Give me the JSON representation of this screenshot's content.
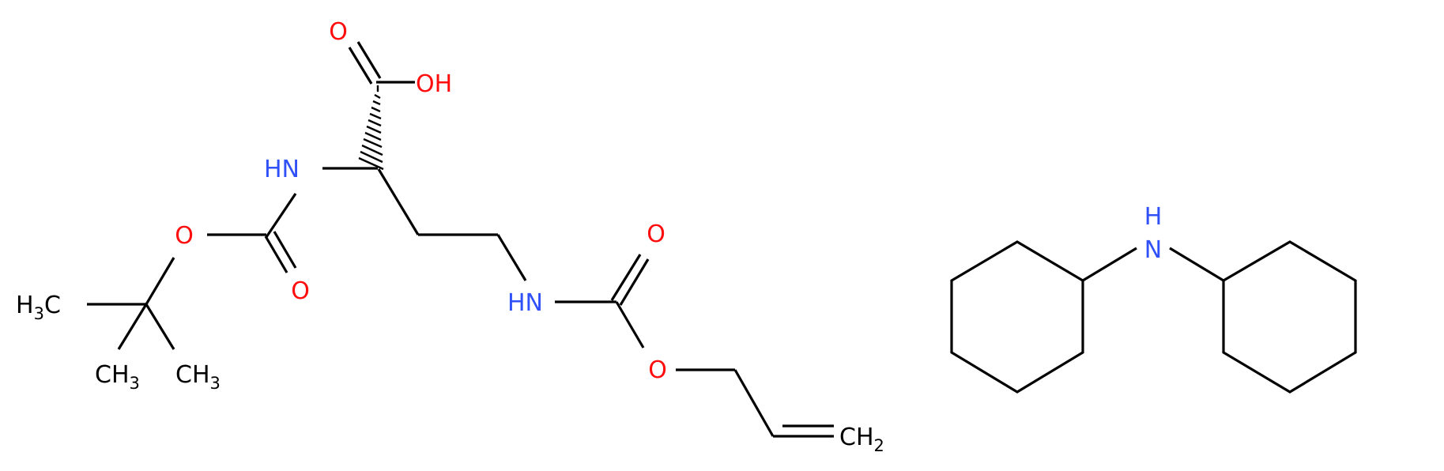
{
  "colors": {
    "bond": "#000000",
    "oxygen": "#ff0d0d",
    "nitrogen": "#3050f8",
    "carbon": "#000000"
  },
  "labels": {
    "o_acid_carbonyl": "O",
    "oh": "OH",
    "nh_alpha": "HN",
    "o_boc_ester": "O",
    "o_boc_carbonyl": "O",
    "h3c_prefix": "H",
    "h3c_sub": "3",
    "h3c_suffix": "C",
    "ch3_left_main": "CH",
    "ch3_left_sub": "3",
    "ch3_right_main": "CH",
    "ch3_right_sub": "3",
    "o_alloc_carbonyl": "O",
    "nh_side": "HN",
    "o_alloc_ester": "O",
    "ch2_main": "CH",
    "ch2_sub": "2",
    "n_dicyclohexyl": "N",
    "h_dicyclohexyl": "H"
  }
}
